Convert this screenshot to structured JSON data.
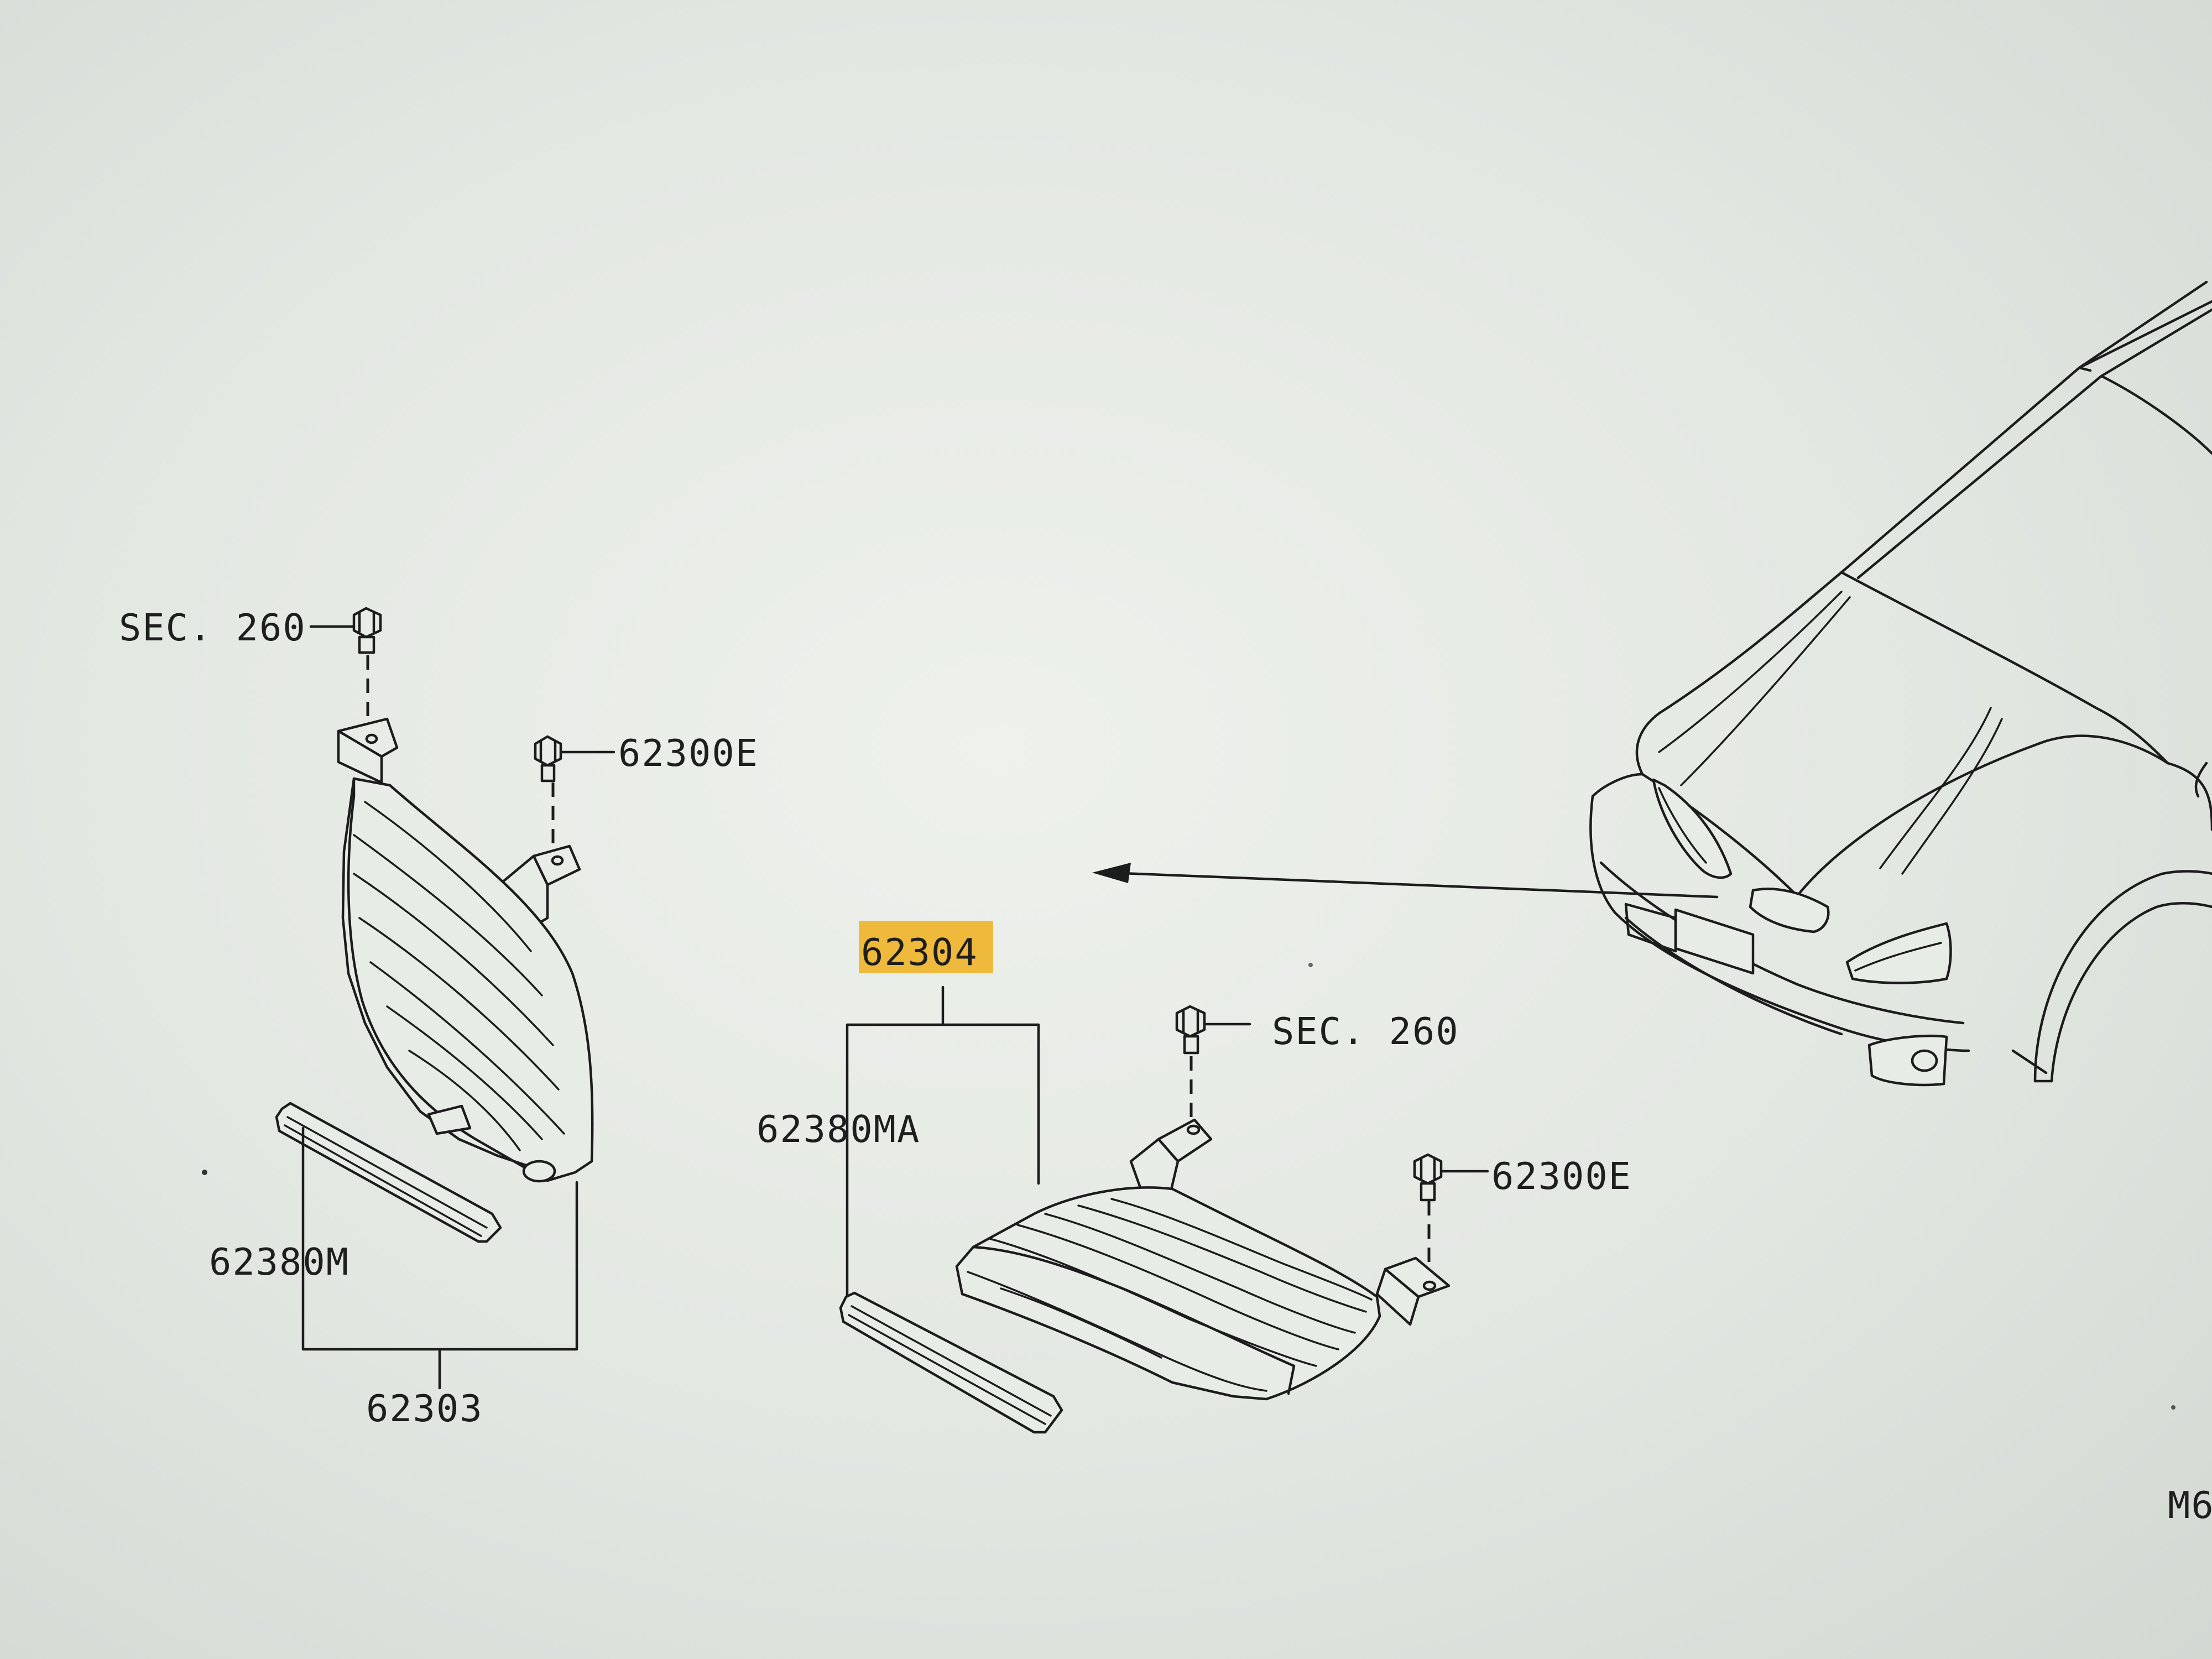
{
  "diagram": {
    "labels": {
      "sec260_left": "SEC. 260",
      "e62300_left": "62300E",
      "m62380": "62380M",
      "p62303": "62303",
      "p62304": "62304",
      "ma62380": "62380MA",
      "sec260_right": "SEC. 260",
      "e62300_right": "62300E",
      "corner_code": "M6"
    },
    "highlight_color": "#f0b429",
    "line_color": "#1c1c1c"
  }
}
